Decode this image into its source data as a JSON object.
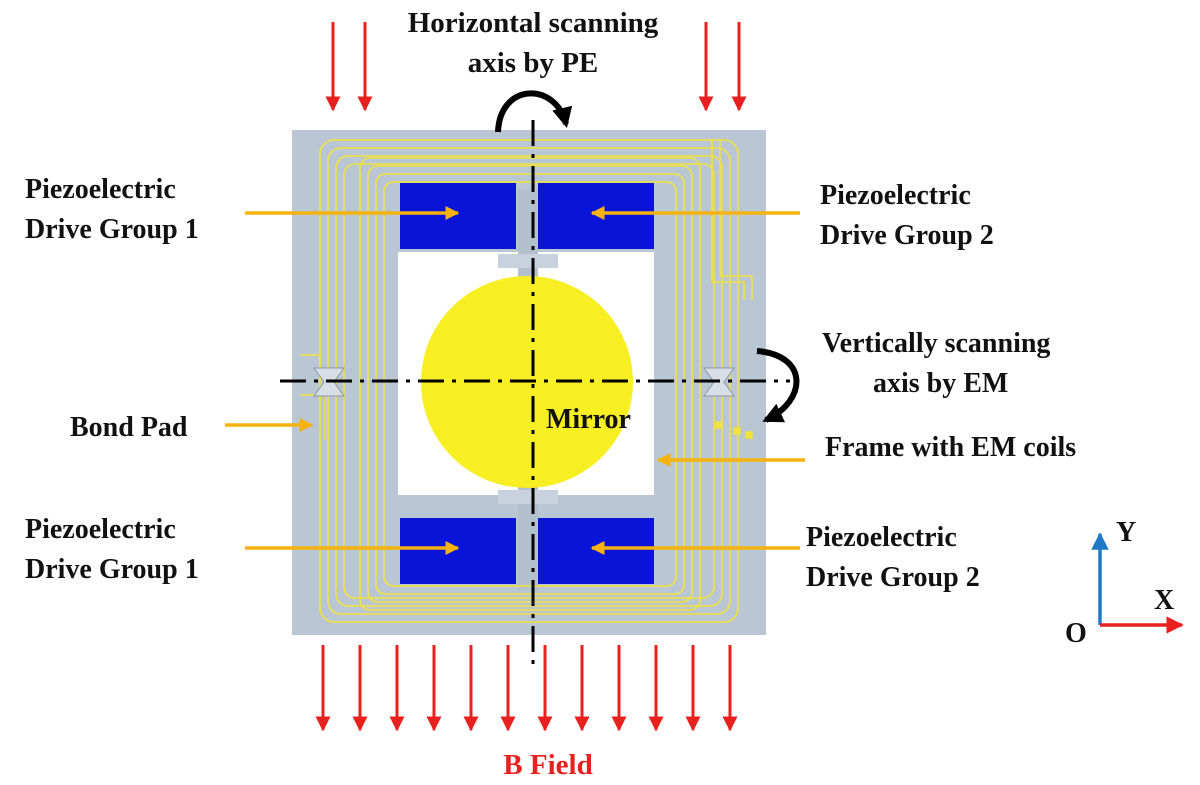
{
  "labels": {
    "horizontal_axis_line1": "Horizontal scanning",
    "horizontal_axis_line2": "axis by PE",
    "pe_group1_top_line1": "Piezoelectric",
    "pe_group1_top_line2": "Drive Group 1",
    "pe_group2_top_line1": "Piezoelectric",
    "pe_group2_top_line2": "Drive Group 2",
    "vertical_axis_line1": "Vertically scanning",
    "vertical_axis_line2": "axis by  EM",
    "bond_pad": "Bond Pad",
    "mirror": "Mirror",
    "frame": "Frame with EM coils",
    "pe_group1_bottom_line1": "Piezoelectric",
    "pe_group1_bottom_line2": "Drive Group 1",
    "pe_group2_bottom_line1": "Piezoelectric",
    "pe_group2_bottom_line2": "Drive Group 2",
    "b_field": "B Field",
    "axis_y": "Y",
    "axis_x": "X",
    "axis_origin": "O"
  },
  "colors": {
    "frame": "#b9c6d4",
    "coil": "#f2e23c",
    "mirror": "#f7ef22",
    "pe_actuator": "#0a14d8",
    "pointer_arrow": "#f6b20f",
    "b_field_arrow": "#e8201e",
    "axis_y_arrow": "#1f78c8",
    "axis_x_arrow": "#e8201e"
  }
}
